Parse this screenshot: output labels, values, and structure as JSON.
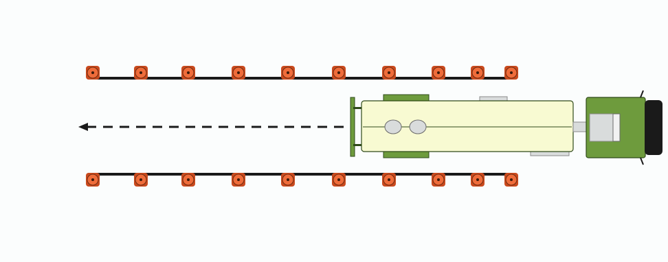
{
  "scene": {
    "description_free": true,
    "colors": {
      "background": "#fbfdfd",
      "cone_fill": "#ef6c3a",
      "cone_base": "#c94a1e",
      "cone_dot": "#3a1a0c",
      "line": "#1a1a1a",
      "arrow": "#1a1a1a",
      "tank_fill": "#f8fad2",
      "truck_green": "#6e9b3d",
      "truck_dark": "#2f4a1a",
      "truck_gray": "#d9dcdc",
      "cab_window": "#1a1a1a"
    },
    "cone_rows": [
      {
        "name": "top-cone-row",
        "count": 10
      },
      {
        "name": "bottom-cone-row",
        "count": 10
      }
    ],
    "icons": [
      "traffic-cone-icon",
      "left-arrow-icon",
      "tanker-truck-icon"
    ]
  }
}
